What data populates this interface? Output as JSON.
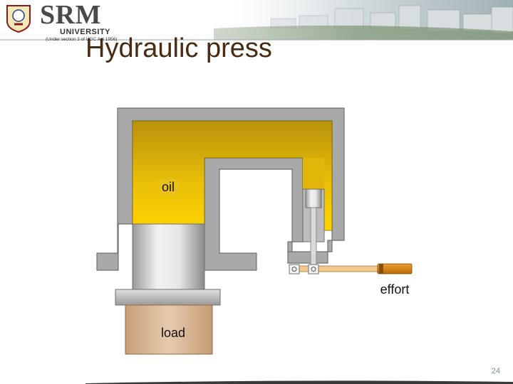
{
  "slide": {
    "title": "Hydraulic press",
    "page_number": "24"
  },
  "logo": {
    "name": "SRM",
    "subtitle": "UNIVERSITY",
    "note": "(Under section 3 of UGC Act 1956)"
  },
  "diagram": {
    "labels": {
      "oil": "oil",
      "load": "load",
      "effort": "effort"
    },
    "colors": {
      "frame": "#a6a6a6",
      "oil_top": "#b8920a",
      "oil_bottom": "#ffd400",
      "load": "#d9b896",
      "rod": "#f2c88c",
      "handle": "#d07a10"
    }
  }
}
